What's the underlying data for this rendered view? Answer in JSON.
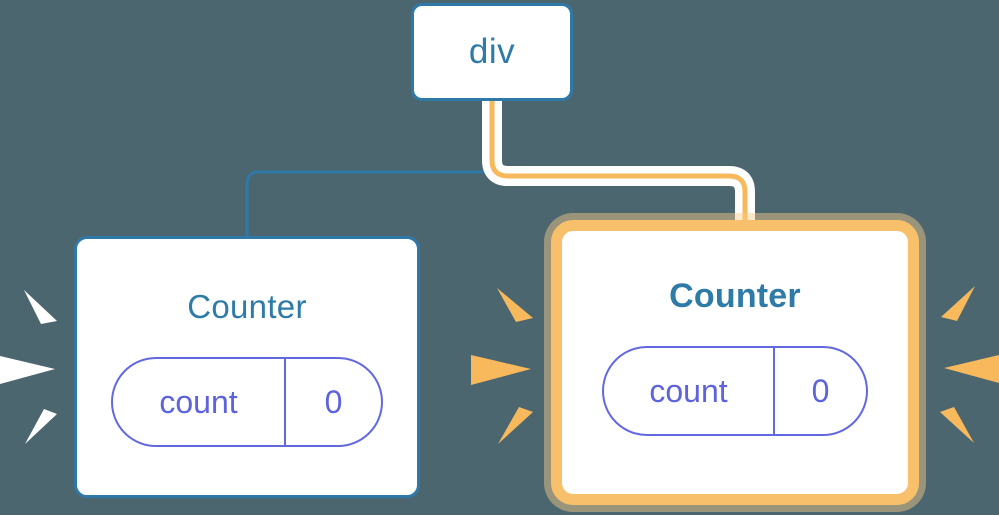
{
  "diagram": {
    "background_color": "#4c6670",
    "root": {
      "label": "div",
      "border_color": "#2e79a8",
      "text_color": "#2f7ba7"
    },
    "nodes": [
      {
        "id": "counter-left",
        "title": "Counter",
        "state_key": "count",
        "state_value": "0",
        "highlighted": "false",
        "border_color": "#2e79a8",
        "title_color": "#2f7ba7",
        "pill_color": "#6269e0",
        "spark_color": "#ffffff"
      },
      {
        "id": "counter-right",
        "title": "Counter",
        "state_key": "count",
        "state_value": "0",
        "highlighted": "true",
        "border_color": "#f8c06a",
        "title_color": "#2f7ba7",
        "pill_color": "#6269e0",
        "spark_color": "#f8b95c"
      }
    ],
    "edges": [
      {
        "id": "edge-div-to-counter-left",
        "from": "div",
        "to": "counter-left",
        "color": "#2e79a8",
        "active": "false"
      },
      {
        "id": "edge-div-to-counter-right",
        "from": "div",
        "to": "counter-right",
        "color": "#f8b95c",
        "active": "true",
        "halo_color": "#ffffff"
      }
    ]
  }
}
